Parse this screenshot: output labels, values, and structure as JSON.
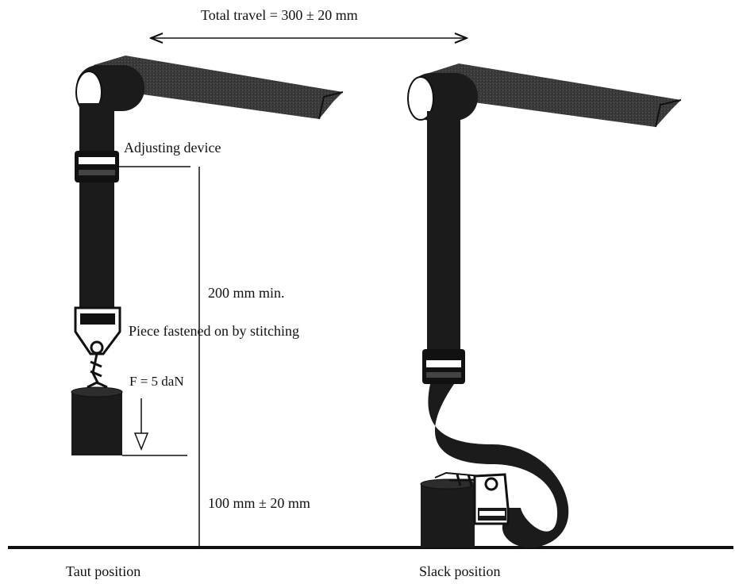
{
  "labels": {
    "total_travel": "Total travel = 300 ± 20 mm",
    "adjusting_device": "Adjusting device",
    "min_length": "200 mm min.",
    "piece_stitched": "Piece  fastened on by stitching",
    "force": "F = 5 daN",
    "ground_clearance": "100 mm ± 20 mm",
    "taut_position": "Taut position",
    "slack_position": "Slack position"
  },
  "colors": {
    "strap": "#1b1b1b",
    "anchor_bar": "#3a3a3a",
    "line": "#111111",
    "background": "#ffffff"
  }
}
